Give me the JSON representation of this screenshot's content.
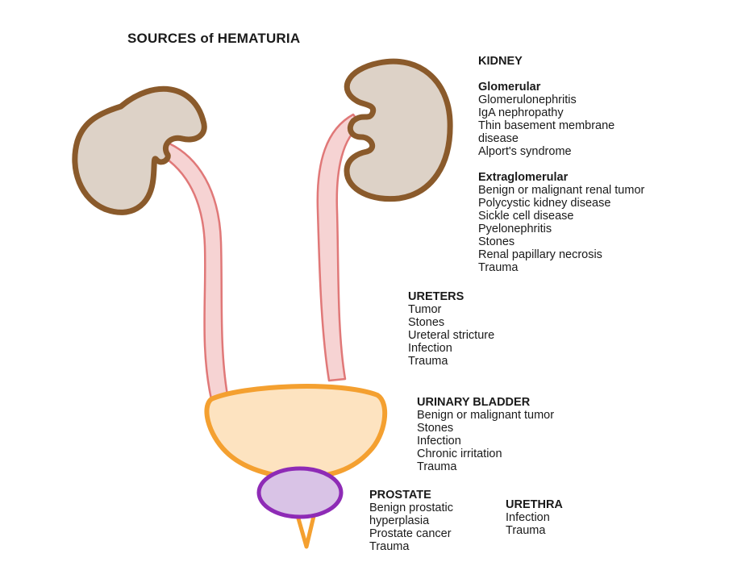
{
  "title": "SOURCES of HEMATURIA",
  "colors": {
    "kidney_fill": "#ddd2c7",
    "kidney_outline": "#8a5a2b",
    "ureter_fill": "#f6d3d3",
    "ureter_outline": "#e07878",
    "bladder_fill": "#fde3c0",
    "bladder_outline": "#f4a030",
    "prostate_fill": "#d9c3e6",
    "prostate_outline": "#8e2bb6",
    "urethra": "#f4a030"
  },
  "kidney": {
    "heading": "KIDNEY",
    "glomerular": {
      "heading": "Glomerular",
      "items": [
        "Glomerulonephritis",
        "IgA nephropathy",
        "Thin basement membrane",
        "disease",
        "Alport's syndrome"
      ]
    },
    "extraglomerular": {
      "heading": "Extraglomerular",
      "items": [
        "Benign or malignant renal tumor",
        "Polycystic kidney disease",
        "Sickle cell disease",
        "Pyelonephritis",
        "Stones",
        "Renal papillary necrosis",
        "Trauma"
      ]
    }
  },
  "ureters": {
    "heading": "URETERS",
    "items": [
      "Tumor",
      "Stones",
      "Ureteral stricture",
      "Infection",
      "Trauma"
    ]
  },
  "bladder": {
    "heading": "URINARY BLADDER",
    "items": [
      "Benign or malignant tumor",
      "Stones",
      "Infection",
      "Chronic irritation",
      "Trauma"
    ]
  },
  "prostate": {
    "heading": "PROSTATE",
    "items": [
      "Benign prostatic",
      "hyperplasia",
      "Prostate cancer",
      "Trauma"
    ]
  },
  "urethra": {
    "heading": "URETHRA",
    "items": [
      "Infection",
      "Trauma"
    ]
  }
}
